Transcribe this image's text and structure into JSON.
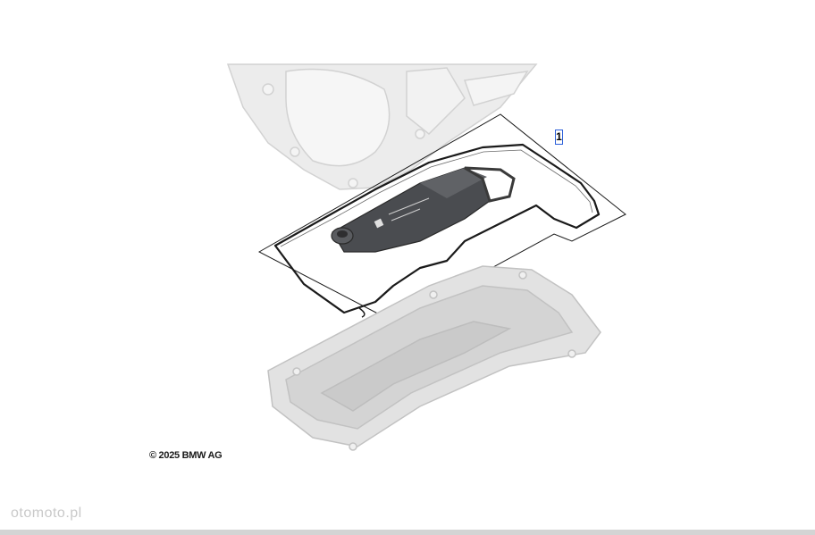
{
  "diagram": {
    "callout_number": "1",
    "copyright": "© 2025 BMW AG",
    "watermark": "otomoto.pl"
  },
  "colors": {
    "callout_border": "#2b5fd9",
    "outline": "#1a1a1a",
    "housing": "#e6e6e6",
    "filter": "#4a4c50",
    "pan": "#d9d9d9"
  }
}
